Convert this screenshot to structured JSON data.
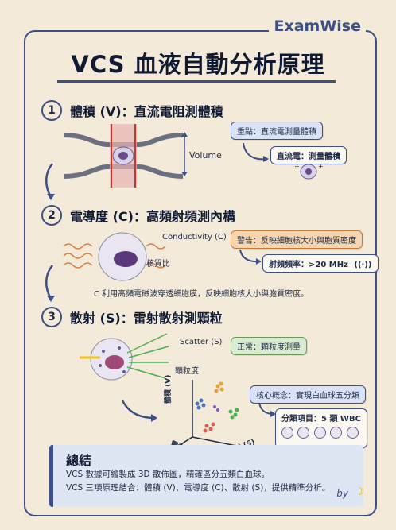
{
  "brand": "ExamWise",
  "title": "VCS 血液自動分析原理",
  "sections": [
    {
      "number": "1",
      "title": "體積 (V)：直流電阻測體積",
      "diagram_label": "Volume",
      "note_box": "重點：直流電測量體積",
      "sub_box": "直流電：測量體積"
    },
    {
      "number": "2",
      "title": "電導度 (C)：高頻射頻測內構",
      "diagram_label": "Conductivity (C)",
      "sub_label": "核質比",
      "warning_box": "警告：反映細胞核大小與胞質密度",
      "freq_box": "射頻頻率：>20 MHz",
      "caption": "C 利用高頻電磁波穿透細胞膜，反映細胞核大小與胞質密度。"
    },
    {
      "number": "3",
      "title": "散射 (S)：雷射散射測顆粒",
      "diagram_label": "Scatter (S)",
      "sub_label": "顆粒度",
      "normal_box": "正常：顆粒度測量",
      "core_box": "核心概念：實現白血球五分類",
      "class_box": "分類項目：5 類 WBC",
      "axis_v": "體積 (V)",
      "axis_c": "電導度 (C)",
      "axis_s": "散射 (S)"
    }
  ],
  "summary": {
    "title": "總結",
    "line1": "VCS 數據可繪製成 3D 散佈圖，精確區分五類白血球。",
    "line2": "VCS 三項原理結合：體積 (V)、電導度 (C)、散射 (S)，提供精準分析。"
  },
  "byline": "by",
  "colors": {
    "navy": "#3c4f86",
    "background": "#f3ead9",
    "orange": "#f6d6b0",
    "green": "#d9ecd2",
    "blue_box": "#d9e2f6"
  }
}
